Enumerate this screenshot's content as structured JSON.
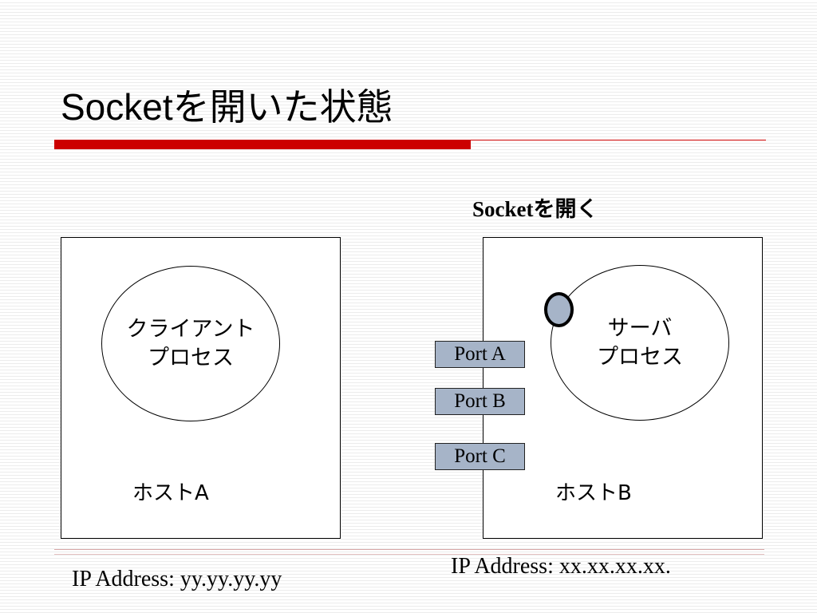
{
  "slide": {
    "title": "Socketを開いた状態",
    "socket_open_label": "Socketを開く",
    "accent_color": "#cc0000",
    "port_fill_color": "#a6b4c8"
  },
  "host_a": {
    "process_line1": "クライアント",
    "process_line2": "プロセス",
    "label": "ホストA",
    "ip": "IP Address: yy.yy.yy.yy"
  },
  "host_b": {
    "process_line1": "サーバ",
    "process_line2": "プロセス",
    "label": "ホストB",
    "ip": "IP Address: xx.xx.xx.xx.",
    "ports": [
      "Port A",
      "Port B",
      "Port C"
    ]
  }
}
